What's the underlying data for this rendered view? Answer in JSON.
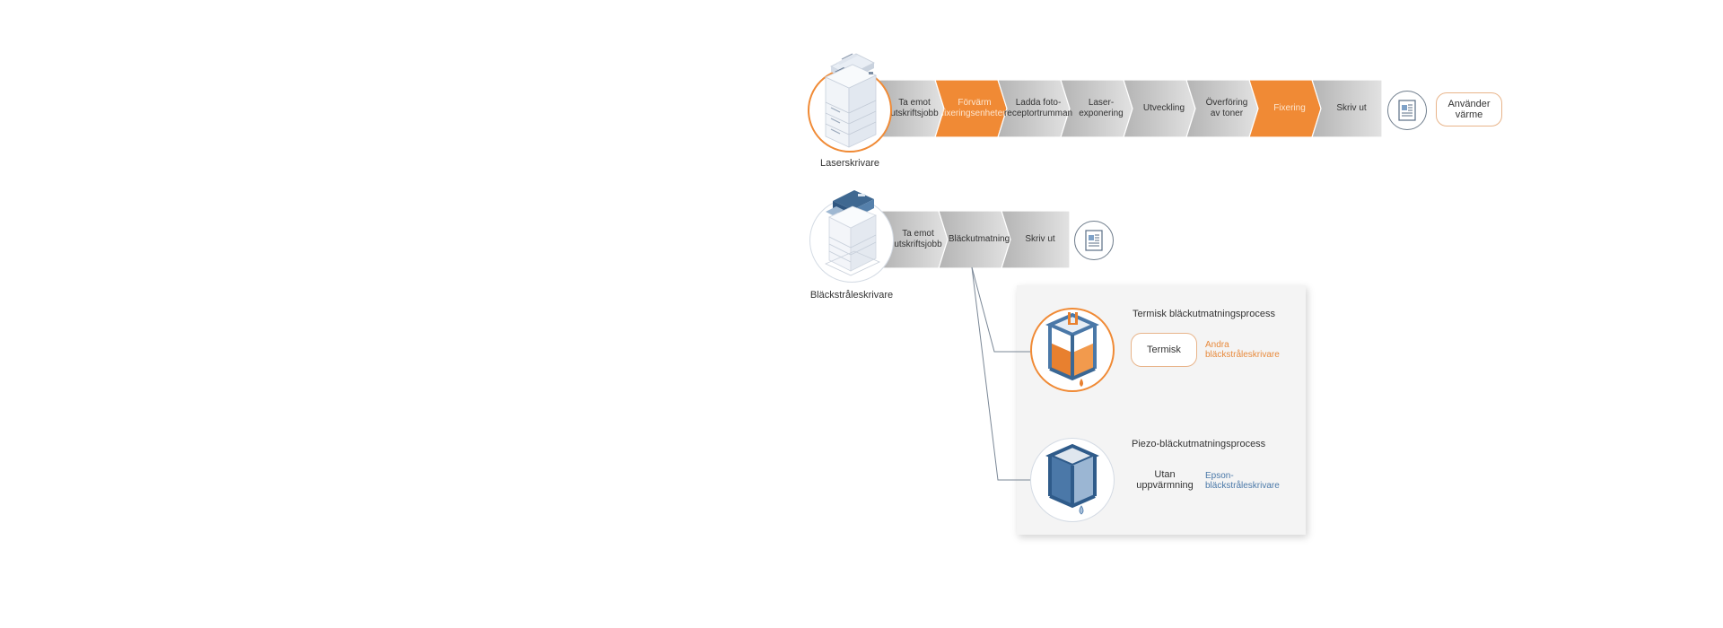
{
  "colors": {
    "accent_orange": "#f08a35",
    "accent_blue": "#4a78a8",
    "step_gray_dark": "#b4b4b4",
    "step_gray_light": "#e2e2e2",
    "panel_bg": "#f4f4f4"
  },
  "laser": {
    "label": "Laserskrivare",
    "icon": "laser-printer-icon",
    "steps": [
      {
        "lines": [
          "Ta emot",
          "utskriftsjobb"
        ],
        "highlight": false
      },
      {
        "lines": [
          "Förvärm",
          "fixeringsenheten"
        ],
        "highlight": true
      },
      {
        "lines": [
          "Ladda foto-",
          "receptortrumman"
        ],
        "highlight": false
      },
      {
        "lines": [
          "Laser-",
          "exponering"
        ],
        "highlight": false
      },
      {
        "lines": [
          "Utveckling"
        ],
        "highlight": false
      },
      {
        "lines": [
          "Överföring",
          "av toner"
        ],
        "highlight": false
      },
      {
        "lines": [
          "Fixering"
        ],
        "highlight": true
      },
      {
        "lines": [
          "Skriv ut"
        ],
        "highlight": false
      }
    ],
    "output_icon": "document-icon",
    "badge": {
      "lines": [
        "Använder",
        "värme"
      ]
    }
  },
  "inkjet": {
    "label": "Bläckstråleskrivare",
    "icon": "inkjet-printer-icon",
    "steps": [
      {
        "lines": [
          "Ta emot",
          "utskriftsjobb"
        ],
        "highlight": false
      },
      {
        "lines": [
          "Bläckutmatning"
        ],
        "highlight": false
      },
      {
        "lines": [
          "Skriv ut"
        ],
        "highlight": false
      }
    ],
    "output_icon": "document-icon"
  },
  "panel": {
    "thermal": {
      "title": "Termisk bläckutmatningsprocess",
      "pill": "Termisk",
      "link_lines": [
        "Andra",
        "bläckstråleskrivare"
      ],
      "icon": "thermal-ink-cartridge-icon"
    },
    "piezo": {
      "title": "Piezo-bläckutmatningsprocess",
      "note_lines": [
        "Utan",
        "uppvärmning"
      ],
      "link_lines": [
        "Epson-",
        "bläckstråleskrivare"
      ],
      "icon": "piezo-ink-cartridge-icon"
    }
  }
}
